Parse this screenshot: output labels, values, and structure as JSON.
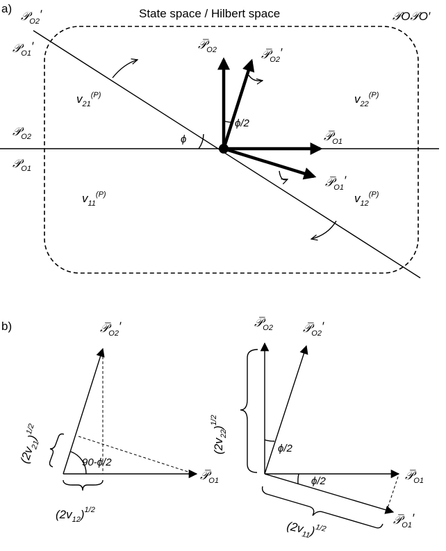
{
  "panel_a": {
    "label": "a)",
    "title": "State space / Hilbert space",
    "axis_symbol": "𝒫",
    "bar_symbol": "𝒫̅",
    "labels": {
      "O2_prime_tl": {
        "sub": "O2",
        "mark": "′"
      },
      "O1_prime_l": {
        "sub": "O1",
        "mark": "′"
      },
      "O2_left": {
        "sub": "O2",
        "mark": ""
      },
      "O1_left": {
        "sub": "O1",
        "mark": ""
      },
      "top_right": "𝒫O𝒫O′"
    },
    "vectors": {
      "P_O2": {
        "sub": "O2",
        "mark": ""
      },
      "P_O2_prime": {
        "sub": "O2",
        "mark": "′"
      },
      "P_O1": {
        "sub": "O1",
        "mark": ""
      },
      "P_O1_prime": {
        "sub": "O1",
        "mark": "′"
      }
    },
    "angles": {
      "phi": "ϕ",
      "phi_half": "ϕ/2"
    },
    "regions": {
      "v21": {
        "base": "v",
        "sub": "21",
        "sup": "(P)"
      },
      "v22": {
        "base": "v",
        "sub": "22",
        "sup": "(P)"
      },
      "v11": {
        "base": "v",
        "sub": "11",
        "sup": "(P)"
      },
      "v12": {
        "base": "v",
        "sub": "12",
        "sup": "(P)"
      }
    }
  },
  "panel_b": {
    "label": "b)",
    "left": {
      "P_O2_prime": {
        "sub": "O2",
        "mark": "′"
      },
      "P_O1": {
        "sub": "O1",
        "mark": ""
      },
      "angle": "90-ϕ/2",
      "side_v21": {
        "open": "(2",
        "v": "v",
        "sub": "21",
        "close": ")",
        "pow": "1/2"
      },
      "bottom_v12": {
        "open": "(2",
        "v": "v",
        "sub": "12",
        "close": ")",
        "pow": "1/2"
      }
    },
    "right": {
      "P_O2": {
        "sub": "O2",
        "mark": ""
      },
      "P_O2_prime": {
        "sub": "O2",
        "mark": "′"
      },
      "P_O1": {
        "sub": "O1",
        "mark": ""
      },
      "P_O1_prime": {
        "sub": "O1",
        "mark": "′"
      },
      "angle_top": "ϕ/2",
      "angle_bottom": "ϕ/2",
      "side_v22": {
        "open": "(2",
        "v": "v",
        "sub": "22",
        "close": ")",
        "pow": "1/2"
      },
      "bottom_v11": {
        "open": "(2",
        "v": "v",
        "sub": "11",
        "close": ")",
        "pow": "1/2"
      }
    }
  }
}
